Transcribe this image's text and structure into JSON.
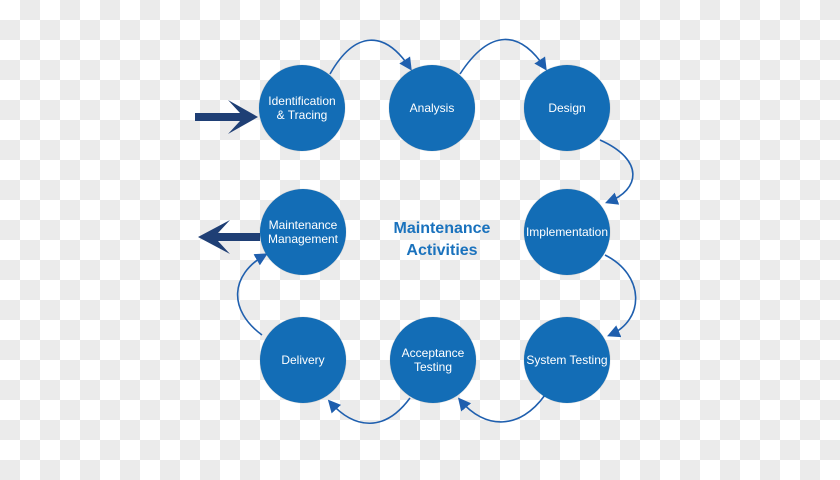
{
  "title": {
    "line1": "Maintenance",
    "line2": "Activities"
  },
  "nodes": [
    {
      "label": "Identification & Tracing"
    },
    {
      "label": "Analysis"
    },
    {
      "label": "Design"
    },
    {
      "label": "Implementation"
    },
    {
      "label": "System Testing"
    },
    {
      "label": "Acceptance Testing"
    },
    {
      "label": "Delivery"
    },
    {
      "label": "Maintenance Management"
    }
  ],
  "colors": {
    "node": "#136db6",
    "arrow": "#1f5fae",
    "big_arrow": "#1f3f75",
    "title": "#1a72bd"
  }
}
